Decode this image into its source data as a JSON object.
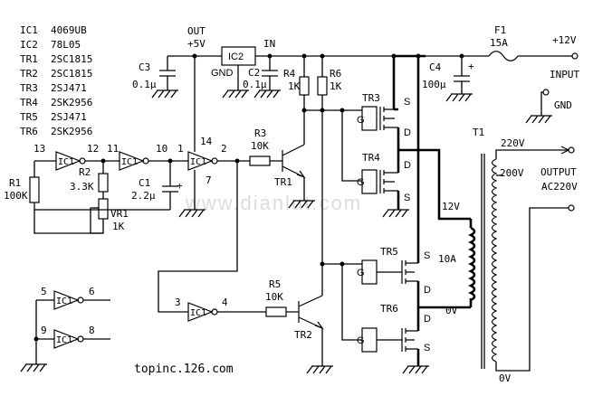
{
  "parts_list": [
    {
      "ref": "IC1",
      "part": "4069UB"
    },
    {
      "ref": "IC2",
      "part": "78L05"
    },
    {
      "ref": "TR1",
      "part": "2SC1815"
    },
    {
      "ref": "TR2",
      "part": "2SC1815"
    },
    {
      "ref": "TR3",
      "part": "2SJ471"
    },
    {
      "ref": "TR4",
      "part": "2SK2956"
    },
    {
      "ref": "TR5",
      "part": "2SJ471"
    },
    {
      "ref": "TR6",
      "part": "2SK2956"
    }
  ],
  "labels": {
    "out": "OUT",
    "plus5v": "+5V",
    "ic2": "IC2",
    "in": "IN",
    "gnd": "GND",
    "f1": "F1",
    "f1_rating": "15A",
    "plus12v": "+12V",
    "input": "INPUT",
    "gnd_term": "GND",
    "c3": "C3",
    "c3_val": "0.1μ",
    "c2": "C2",
    "c2_val": "0.1μ",
    "r4": "R4",
    "r4_val": "1K",
    "r6": "R6",
    "r6_val": "1K",
    "c4": "C4",
    "c4_val": "100μ",
    "tr3": "TR3",
    "tr4": "TR4",
    "tr5": "TR5",
    "tr6": "TR6",
    "g": "G",
    "s": "S",
    "d": "D",
    "t1": "T1",
    "v220": "220V",
    "v200": "200V",
    "output": "OUTPUT",
    "ac220": "AC220V",
    "v12": "12V",
    "a10": "10A",
    "v0a": "0V",
    "v0b": "0V",
    "r1": "R1",
    "r1_val": "100K",
    "r2": "R2",
    "r2_val": "3.3K",
    "vr1": "VR1",
    "vr1_val": "1K",
    "c1": "C1",
    "c1_val": "2.2μ",
    "r3": "R3",
    "r3_val": "10K",
    "r5": "R5",
    "r5_val": "10K",
    "tr1": "TR1",
    "tr2": "TR2",
    "ic1": "IC1",
    "pin13": "13",
    "pin12": "12",
    "pin11": "11",
    "pin10": "10",
    "pin1": "1",
    "pin14": "14",
    "pin2": "2",
    "pin7": "7",
    "pin3": "3",
    "pin4": "4",
    "pin5": "5",
    "pin6": "6",
    "pin9": "9",
    "pin8": "8",
    "plus": "+",
    "watermark": "www.dianlut.com",
    "footer": "topinc.126.com"
  }
}
